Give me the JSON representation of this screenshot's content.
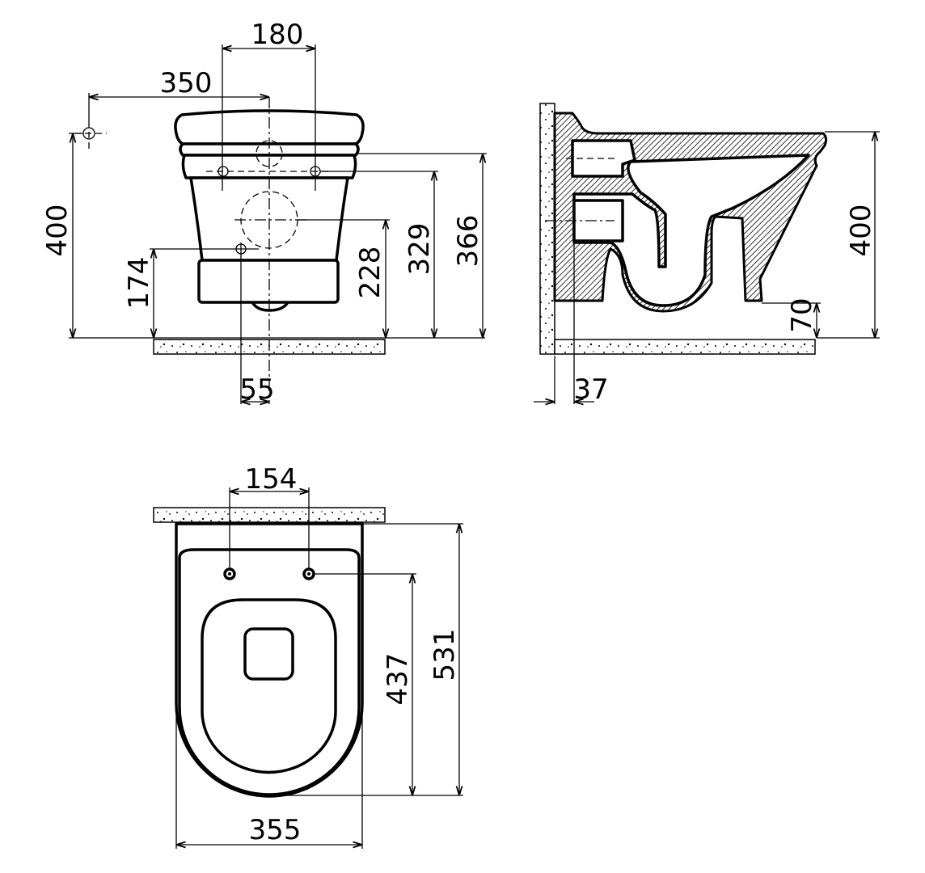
{
  "drawing": {
    "front_view": {
      "dimensions": {
        "seat_height": "400",
        "waste_offset": "350",
        "fixing_spacing": "180",
        "inlet_height": "174",
        "outlet_height": "228",
        "fixing_height_lower": "329",
        "fixing_height_upper": "366",
        "inlet_offset": "55"
      }
    },
    "side_view": {
      "dimensions": {
        "rim_height": "400",
        "base_clearance": "70",
        "wall_gap": "37"
      }
    },
    "top_view": {
      "dimensions": {
        "bolt_spacing": "154",
        "bolt_to_front": "437",
        "length": "531",
        "width": "355"
      }
    }
  }
}
